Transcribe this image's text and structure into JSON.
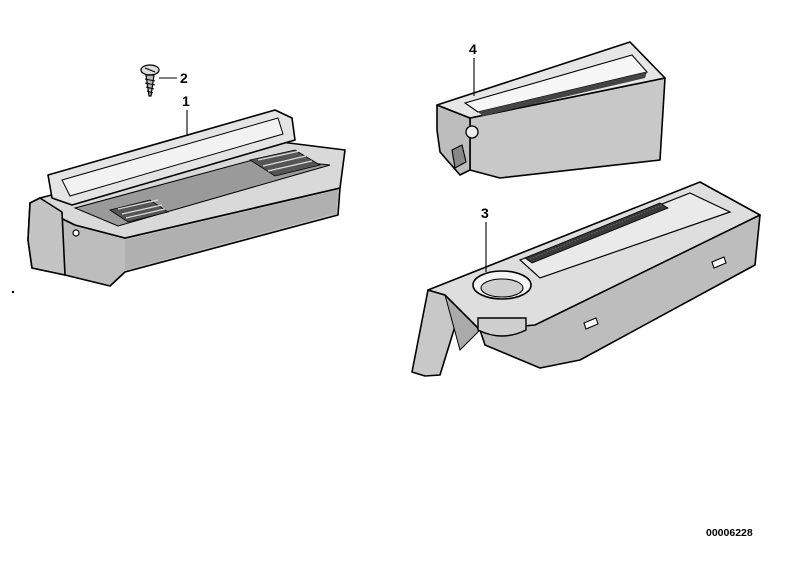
{
  "diagram": {
    "doc_number": "00006228",
    "parts": [
      {
        "label": "1",
        "name": "ashtray-tray"
      },
      {
        "label": "2",
        "name": "screw"
      },
      {
        "label": "3",
        "name": "console-tray-with-cup-holder"
      },
      {
        "label": "4",
        "name": "insert-box"
      }
    ]
  },
  "colors": {
    "ink": "#000000",
    "body": "#cfcfcf",
    "light": "#ededed",
    "dark": "#2a2a2a"
  }
}
